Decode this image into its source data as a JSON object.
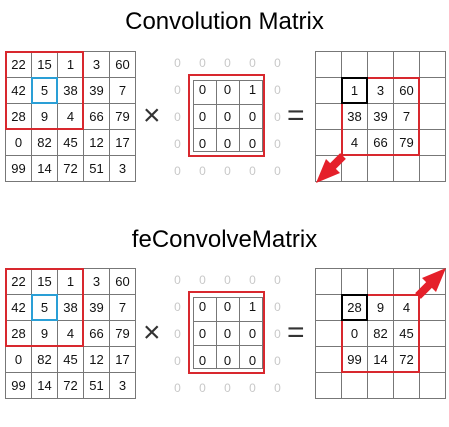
{
  "sections": [
    {
      "title": "Convolution Matrix",
      "source_matrix": [
        [
          "22",
          "15",
          "1",
          "3",
          "60"
        ],
        [
          "42",
          "5",
          "38",
          "39",
          "7"
        ],
        [
          "28",
          "9",
          "4",
          "66",
          "79"
        ],
        [
          "0",
          "82",
          "45",
          "12",
          "17"
        ],
        [
          "99",
          "14",
          "72",
          "51",
          "3"
        ]
      ],
      "kernel": [
        [
          "0",
          "0",
          "0",
          "0",
          "0"
        ],
        [
          "0",
          "0",
          "0",
          "1",
          "0"
        ],
        [
          "0",
          "0",
          "0",
          "0",
          "0"
        ],
        [
          "0",
          "0",
          "0",
          "0",
          "0"
        ],
        [
          "0",
          "0",
          "0",
          "0",
          "0"
        ]
      ],
      "multiply_symbol": "×",
      "equals_symbol": "=",
      "result_matrix": [
        [
          "",
          "",
          "",
          "",
          ""
        ],
        [
          "",
          "1",
          "3",
          "60",
          ""
        ],
        [
          "",
          "38",
          "39",
          "7",
          ""
        ],
        [
          "",
          "4",
          "66",
          "79",
          ""
        ],
        [
          "",
          "",
          "",
          "",
          ""
        ]
      ],
      "arrow_direction": "down-left",
      "colors": {
        "highlight": "#d8282e",
        "center": "#2a9fd6",
        "origin": "#000000"
      }
    },
    {
      "title": "feConvolveMatrix",
      "source_matrix": [
        [
          "22",
          "15",
          "1",
          "3",
          "60"
        ],
        [
          "42",
          "5",
          "38",
          "39",
          "7"
        ],
        [
          "28",
          "9",
          "4",
          "66",
          "79"
        ],
        [
          "0",
          "82",
          "45",
          "12",
          "17"
        ],
        [
          "99",
          "14",
          "72",
          "51",
          "3"
        ]
      ],
      "kernel": [
        [
          "0",
          "0",
          "0",
          "0",
          "0"
        ],
        [
          "0",
          "0",
          "0",
          "1",
          "0"
        ],
        [
          "0",
          "0",
          "0",
          "0",
          "0"
        ],
        [
          "0",
          "0",
          "0",
          "0",
          "0"
        ],
        [
          "0",
          "0",
          "0",
          "0",
          "0"
        ]
      ],
      "multiply_symbol": "×",
      "equals_symbol": "=",
      "result_matrix": [
        [
          "",
          "",
          "",
          "",
          ""
        ],
        [
          "",
          "28",
          "9",
          "4",
          ""
        ],
        [
          "",
          "0",
          "82",
          "45",
          ""
        ],
        [
          "",
          "99",
          "14",
          "72",
          ""
        ],
        [
          "",
          "",
          "",
          "",
          ""
        ]
      ],
      "arrow_direction": "up-right",
      "colors": {
        "highlight": "#d8282e",
        "center": "#2a9fd6",
        "origin": "#000000"
      }
    }
  ]
}
